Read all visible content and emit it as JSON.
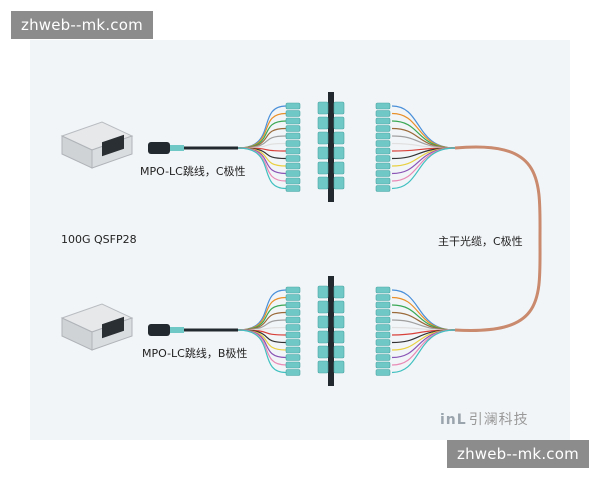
{
  "watermark": {
    "top_text": "zhweb--mk.com",
    "bottom_text": "zhweb--mk.com"
  },
  "labels": {
    "qsfp": "100G QSFP28",
    "patch_c": "MPO-LC跳线，C极性",
    "patch_b": "MPO-LC跳线，B极性",
    "trunk": "主干光缆，C极性"
  },
  "brand": {
    "logo": "inL",
    "name": "引澜科技"
  },
  "colors": {
    "aqua": "#6fc8c6",
    "fiber": "#c98a6e",
    "dark": "#222a30",
    "fan": [
      "#4a90d9",
      "#e8902a",
      "#3aa855",
      "#9a6a3a",
      "#a0a0a0",
      "#e0e0e0",
      "#d8403a",
      "#333333",
      "#e8d040",
      "#8a55b5",
      "#e88ab5",
      "#40c0c0"
    ]
  }
}
